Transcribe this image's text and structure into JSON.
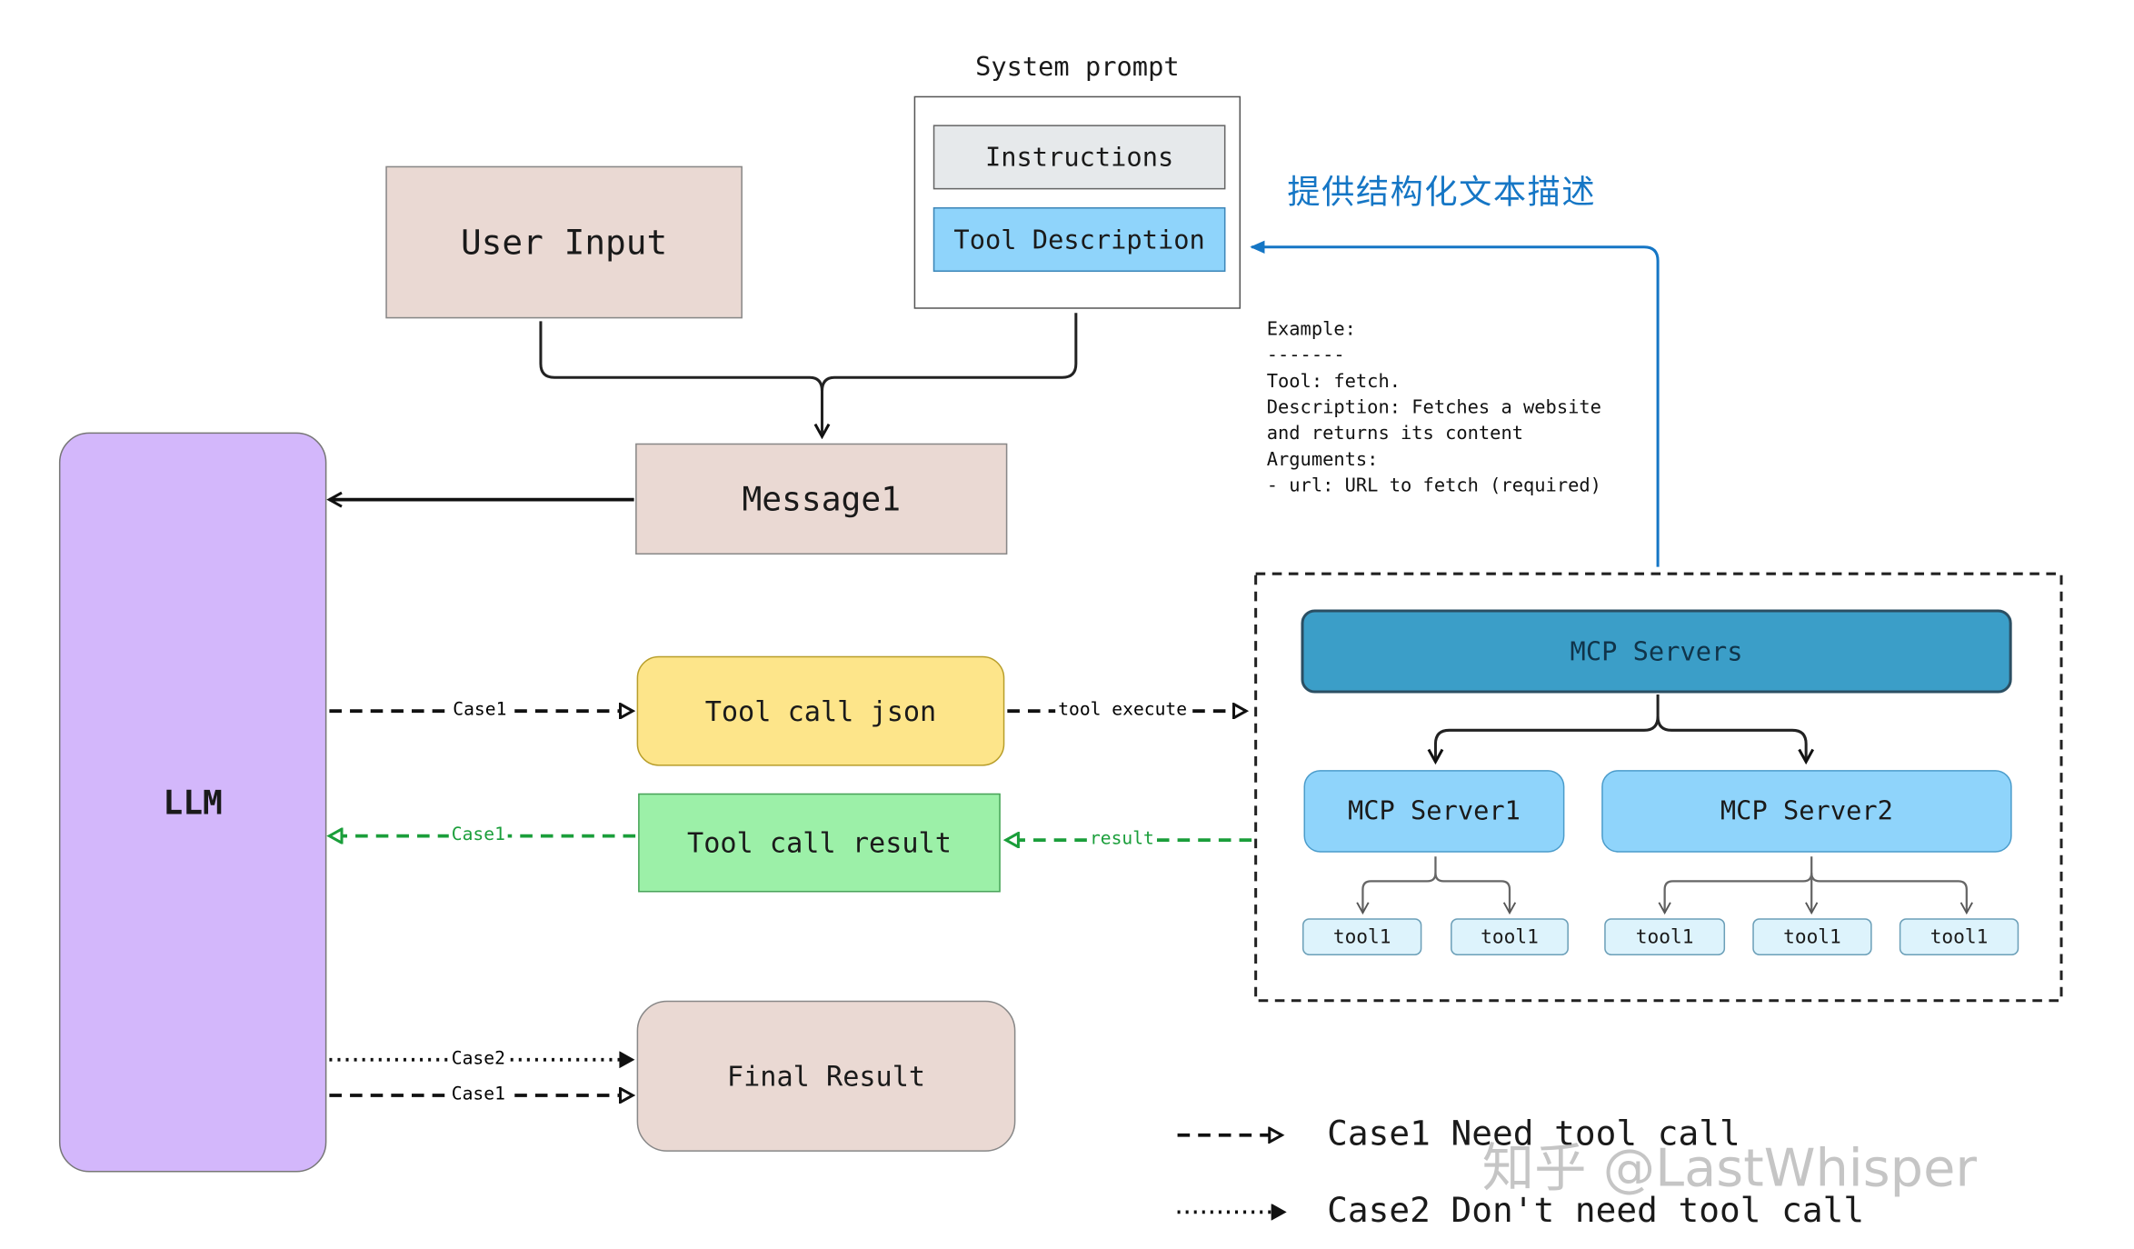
{
  "system_prompt": {
    "title": "System prompt",
    "instructions": "Instructions",
    "tool_description": "Tool Description"
  },
  "user_input": "User Input",
  "message1": "Message1",
  "llm": "LLM",
  "tool_call_json": "Tool call json",
  "tool_call_result": "Tool call result",
  "final_result": "Final Result",
  "structured_desc_label": "提供结构化文本描述",
  "example": {
    "lines": [
      "Example:",
      "-------",
      "Tool: fetch.",
      "Description: Fetches a website",
      "and returns its content",
      "Arguments:",
      "- url: URL to fetch (required)"
    ]
  },
  "mcp": {
    "servers_label": "MCP Servers",
    "server1": "MCP Server1",
    "server2": "MCP Server2",
    "tools": [
      "tool1",
      "tool1",
      "tool1",
      "tool1",
      "tool1"
    ]
  },
  "edges": {
    "case1_to_json": "Case1",
    "case1_result": "Case1",
    "case2_final": "Case2",
    "case1_final": "Case1",
    "tool_execute": "tool execute",
    "result": "result"
  },
  "legend": {
    "case1": "Case1 Need tool call",
    "case2": "Case2 Don't need tool call"
  },
  "watermark": "知乎 @LastWhisper",
  "colors": {
    "llm": "#d3b7fb",
    "beige": "#ead9d3",
    "yellow": "#fde58a",
    "green": "#9cf0a8",
    "mcp_header": "#3b9ec8",
    "server": "#8fd4fb",
    "tool": "#ddf3fc",
    "tool_desc": "#8fd4fb",
    "instructions": "#e6e9eb",
    "blue_arrow": "#1576c5",
    "green_arrow": "#1a9e3a"
  }
}
